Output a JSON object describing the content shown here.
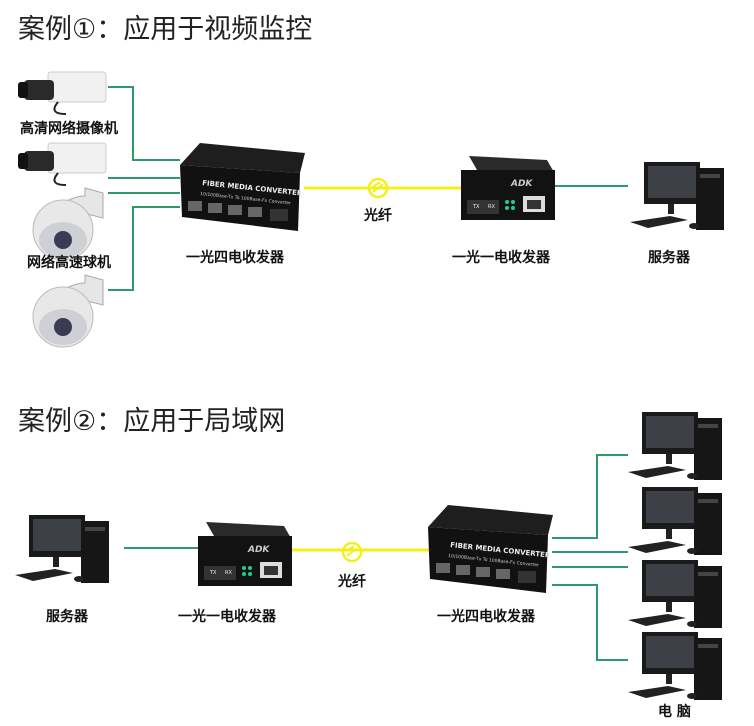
{
  "case1": {
    "title": "案例①：应用于视频监控",
    "camera_label": "高清网络摄像机",
    "dome_label": "网络高速球机",
    "converter4_label": "一光四电收发器",
    "converter4_text": "FIBER MEDIA CONVERTER",
    "converter4_subtext": "10/100Base-Tx To 100Base-Fx Converter",
    "fiber_label": "光纤",
    "converter1_label": "一光一电收发器",
    "server_label": "服务器"
  },
  "case2": {
    "title": "案例②：应用于局域网",
    "server_label": "服务器",
    "converter1_label": "一光一电收发器",
    "fiber_label": "光纤",
    "converter4_label": "一光四电收发器",
    "converter4_text": "FIBER MEDIA CONVERTER",
    "converter4_subtext": "10/100Base-Tx To 100Base-Fx Converter",
    "pc_label": "电 脑"
  },
  "converter1_ports": {
    "tx": "TX",
    "rx": "RX"
  },
  "colors": {
    "copper_line": "#2e9a6a",
    "fiber_line": "#f2f01a",
    "device": "#151515"
  }
}
